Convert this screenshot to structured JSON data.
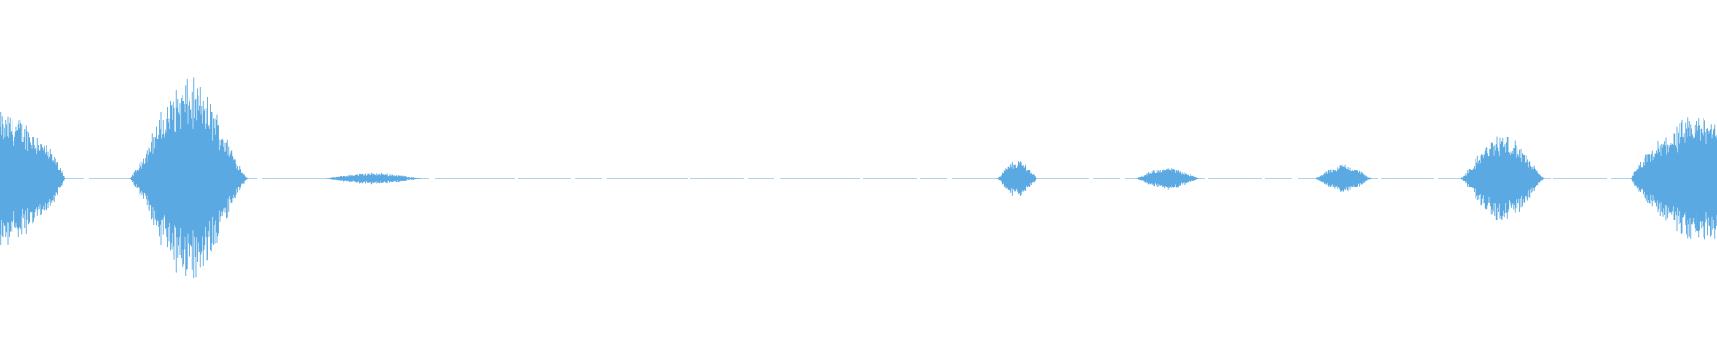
{
  "waveform": {
    "color": "#5aa9e2",
    "amplitude_scale": [
      -1,
      1
    ],
    "segments": [
      {
        "start": 0.0,
        "end": 0.038,
        "peak": 0.42
      },
      {
        "start": 0.075,
        "end": 0.145,
        "peak": 0.62
      },
      {
        "start": 0.185,
        "end": 0.25,
        "peak": 0.035
      },
      {
        "start": 0.58,
        "end": 0.605,
        "peak": 0.12
      },
      {
        "start": 0.66,
        "end": 0.7,
        "peak": 0.07
      },
      {
        "start": 0.765,
        "end": 0.8,
        "peak": 0.09
      },
      {
        "start": 0.85,
        "end": 0.9,
        "peak": 0.28
      },
      {
        "start": 0.95,
        "end": 1.0,
        "peak": 0.42
      }
    ]
  }
}
